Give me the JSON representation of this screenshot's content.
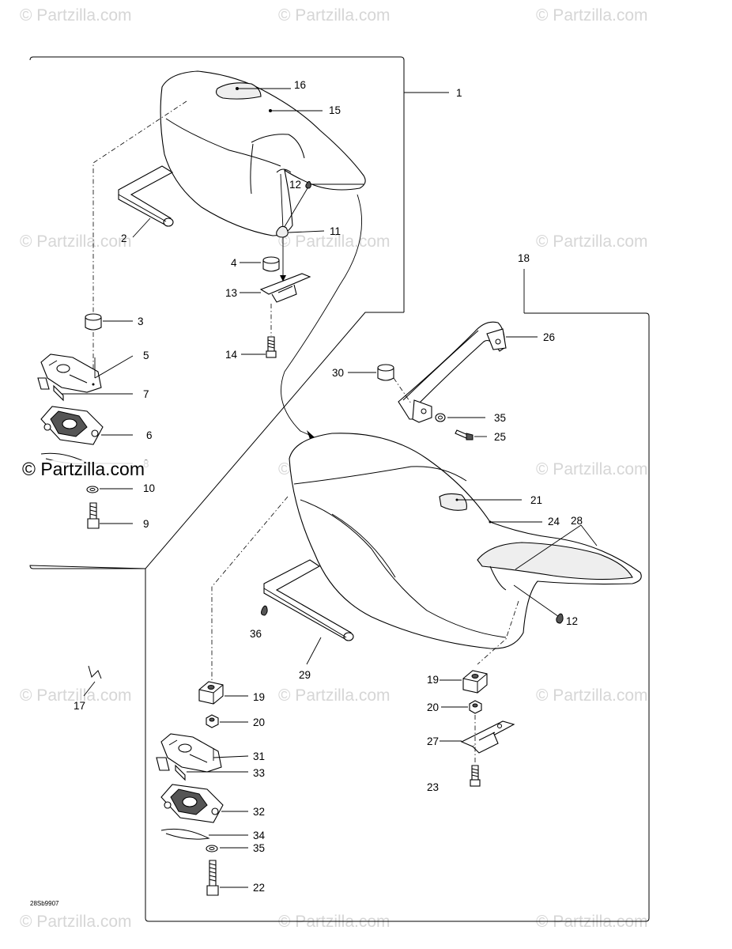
{
  "watermark": {
    "text": "© Partzilla.com",
    "overlay_text": "© Partzilla.com"
  },
  "drawing_code": "28Sb9907",
  "callouts": {
    "c1": "1",
    "c2": "2",
    "c3": "3",
    "c4": "4",
    "c5": "5",
    "c6": "6",
    "c7": "7",
    "c8": "8",
    "c9": "9",
    "c10": "10",
    "c11": "11",
    "c12a": "12",
    "c13": "13",
    "c14": "14",
    "c15": "15",
    "c16": "16",
    "c17": "17",
    "c18": "18",
    "c19a": "19",
    "c20a": "20",
    "c31": "31",
    "c33": "33",
    "c32": "32",
    "c34": "34",
    "c35a": "35",
    "c22": "22",
    "c26": "26",
    "c30": "30",
    "c35b": "35",
    "c25": "25",
    "c21": "21",
    "c24": "24",
    "c28": "28",
    "c12b": "12",
    "c36": "36",
    "c29": "29",
    "c19b": "19",
    "c20b": "20",
    "c27": "27",
    "c23": "23"
  },
  "colors": {
    "line": "#000000",
    "background": "#ffffff",
    "watermark": "#d6d6d6"
  }
}
